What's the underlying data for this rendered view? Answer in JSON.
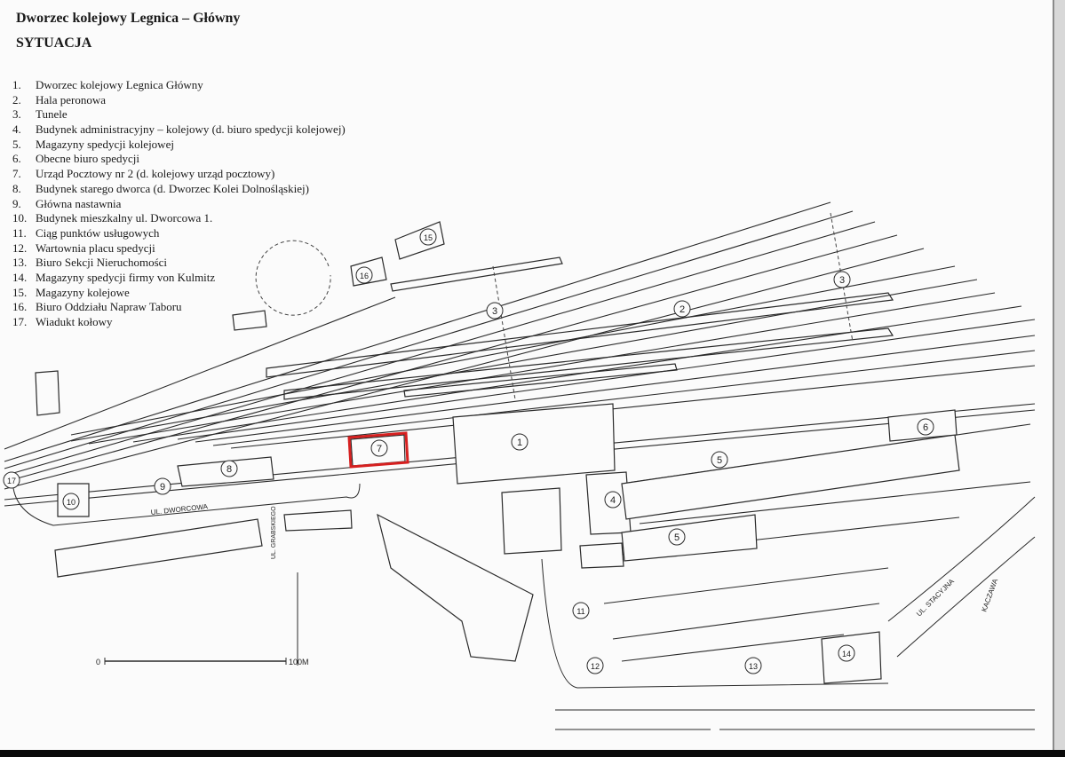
{
  "title": "Dworzec kolejowy Legnica – Główny",
  "subtitle": "SYTUACJA",
  "legend": [
    {
      "num": "1.",
      "label": "Dworzec kolejowy Legnica Główny"
    },
    {
      "num": "2.",
      "label": "Hala peronowa"
    },
    {
      "num": "3.",
      "label": "Tunele"
    },
    {
      "num": "4.",
      "label": "Budynek administracyjny – kolejowy (d. biuro spedycji kolejowej)"
    },
    {
      "num": "5.",
      "label": "Magazyny spedycji kolejowej"
    },
    {
      "num": "6.",
      "label": "Obecne biuro spedycji"
    },
    {
      "num": "7.",
      "label": "Urząd Pocztowy nr 2 (d. kolejowy urząd pocztowy)"
    },
    {
      "num": "8.",
      "label": "Budynek starego dworca (d. Dworzec Kolei Dolnośląskiej)"
    },
    {
      "num": "9.",
      "label": "Główna nastawnia"
    },
    {
      "num": "10.",
      "label": "Budynek mieszkalny ul. Dworcowa 1."
    },
    {
      "num": "11.",
      "label": "Ciąg punktów usługowych"
    },
    {
      "num": "12.",
      "label": "Wartownia placu spedycji"
    },
    {
      "num": "13.",
      "label": "Biuro Sekcji Nieruchomości"
    },
    {
      "num": "14.",
      "label": "Magazyny spedycji firmy von Kulmitz"
    },
    {
      "num": "15.",
      "label": "Magazyny kolejowe"
    },
    {
      "num": "16.",
      "label": "Biuro Oddziału Napraw Taboru"
    },
    {
      "num": "17.",
      "label": "Wiadukt kołowy"
    }
  ],
  "map_markers": [
    "1",
    "2",
    "3",
    "3",
    "4",
    "5",
    "5",
    "6",
    "7",
    "8",
    "9",
    "10",
    "11",
    "12",
    "13",
    "14",
    "15",
    "16",
    "17"
  ],
  "streets": {
    "dworcowa": "UL. DWORCOWA",
    "grabskiego": "UL. GRABSKIEGO",
    "stacyjna": "UL. STACYJNA",
    "kaczawa": "KACZAWA"
  },
  "scale": {
    "start": "0",
    "end": "100M"
  },
  "colors": {
    "highlight": "#d62020",
    "lines": "#2a2a2a"
  }
}
